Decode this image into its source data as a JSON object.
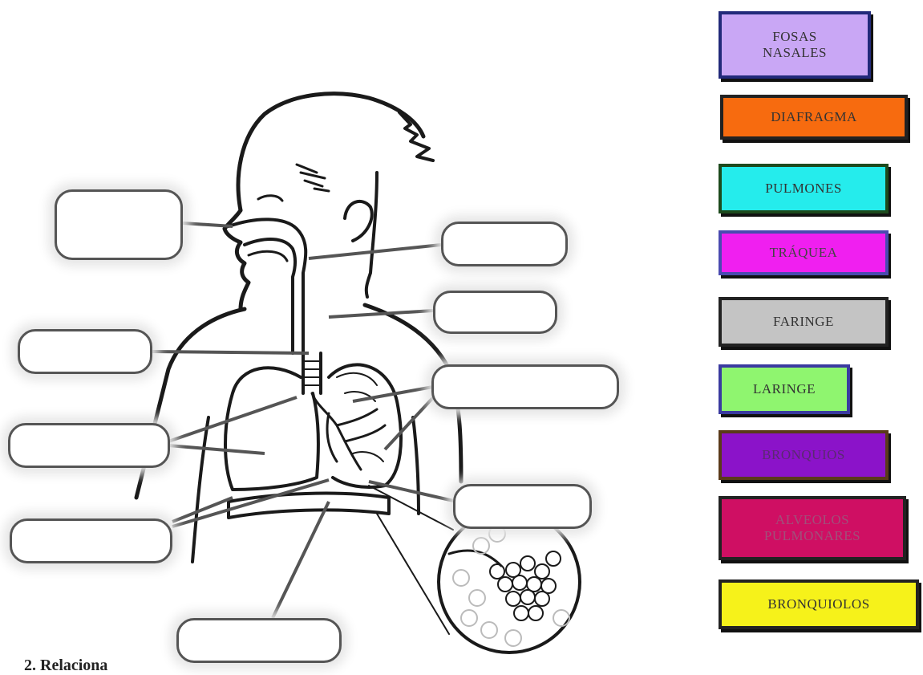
{
  "labels": [
    {
      "id": "fosas",
      "text": "FOSAS\nNASALES",
      "bg": "#c9a7f5",
      "border": "#222a7a",
      "color": "#333333"
    },
    {
      "id": "diafragma",
      "text": "DIAFRAGMA",
      "bg": "#f76b0f",
      "border": "#222222",
      "color": "#333333"
    },
    {
      "id": "pulmones",
      "text": "PULMONES",
      "bg": "#25ecec",
      "border": "#1d4a1d",
      "color": "#333333"
    },
    {
      "id": "traquea",
      "text": "TRÁQUEA",
      "bg": "#f01ff0",
      "border": "#4a4ab0",
      "color": "#444444"
    },
    {
      "id": "faringe",
      "text": "FARINGE",
      "bg": "#c4c4c4",
      "border": "#222222",
      "color": "#333333"
    },
    {
      "id": "laringe",
      "text": "LARINGE",
      "bg": "#8ff56f",
      "border": "#3a3aa0",
      "color": "#333333"
    },
    {
      "id": "bronquios",
      "text": "BRONQUIOS",
      "bg": "#8b13c9",
      "border": "#5a3a1a",
      "color": "#5a2a70"
    },
    {
      "id": "alveolos",
      "text": "ALVEOLOS\nPULMONARES",
      "bg": "#cf0f63",
      "border": "#222222",
      "color": "#a0507a"
    },
    {
      "id": "bronquiolos",
      "text": "BRONQUIOLOS",
      "bg": "#f6f21a",
      "border": "#222222",
      "color": "#333333"
    }
  ],
  "footer": "2. Relaciona"
}
